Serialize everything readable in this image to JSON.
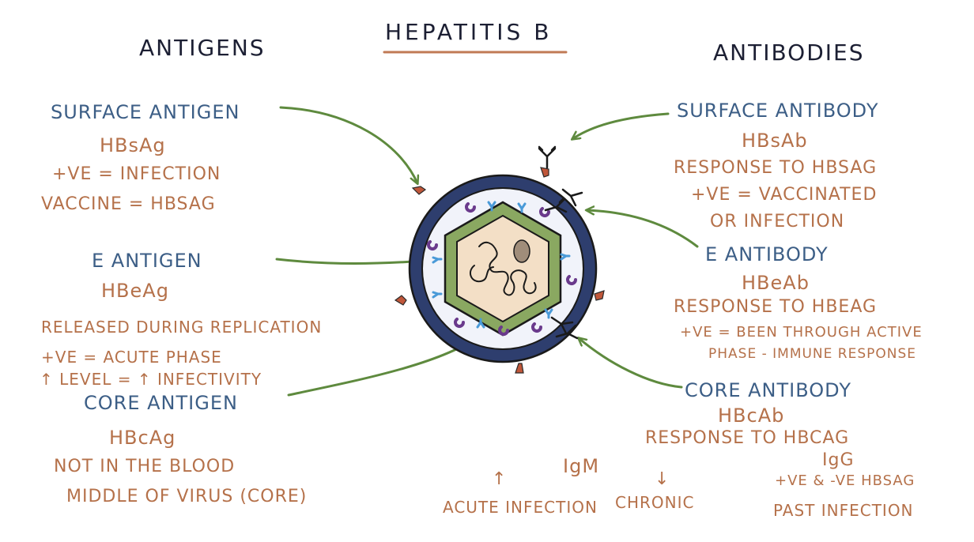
{
  "title": "HEPATITIS B",
  "headers": {
    "left": "ANTIGENS",
    "right": "ANTIBODIES"
  },
  "antigens": {
    "surface": {
      "label": "SURFACE ANTIGEN",
      "abbr": "HBsAg",
      "lines": [
        "+VE = INFECTION",
        "VACCINE = HBsAg"
      ]
    },
    "e": {
      "label": "E ANTIGEN",
      "abbr": "HBeAg",
      "lines": [
        "RELEASED DURING REPLICATION",
        "+VE = ACUTE PHASE",
        "↑ LEVEL = ↑ INFECTIVITY"
      ]
    },
    "core": {
      "label": "CORE ANTIGEN",
      "abbr": "HBcAg",
      "lines": [
        "NOT IN THE BLOOD",
        "MIDDLE OF VIRUS (CORE)"
      ]
    }
  },
  "antibodies": {
    "surface": {
      "label": "SURFACE ANTIBODY",
      "abbr": "HBsAb",
      "lines": [
        "RESPONSE TO HBSAg",
        "+VE = VACCINATED",
        "OR INFECTION"
      ]
    },
    "e": {
      "label": "E ANTIBODY",
      "abbr": "HBeAb",
      "lines": [
        "RESPONSE TO HBeAg",
        "+VE = BEEN THROUGH ACTIVE",
        "PHASE - IMMUNE RESPONSE"
      ]
    },
    "core": {
      "label": "CORE ANTIBODY",
      "abbr": "HBcAb",
      "lines": [
        "RESPONSE TO HBcAg"
      ],
      "igm": {
        "label": "IgM",
        "up_arrow": "↑",
        "down_arrow": "↓",
        "acute": "ACUTE INFECTION",
        "chronic": "CHRONIC"
      },
      "igg": {
        "label": "IgG",
        "lines": [
          "+VE & -VE HBsAg",
          "PAST INFECTION"
        ]
      }
    }
  },
  "colors": {
    "title": "#1c1f33",
    "label_blue": "#3c5e86",
    "text_brown": "#b5714a",
    "arrow_green": "#5e8a3e",
    "underline": "#c07a55",
    "envelope": "#2e3e6e",
    "capsid": "#8aa861",
    "core": "#f3dfc6",
    "antigen_red": "#c0573a",
    "antibody_blue": "#4a9ad8",
    "antibody_purple": "#6a3a8c"
  }
}
